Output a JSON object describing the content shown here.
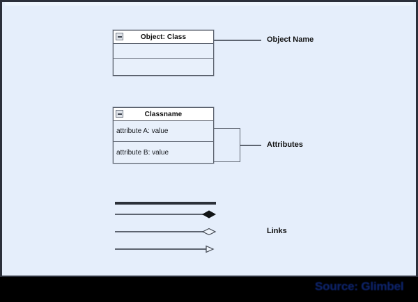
{
  "canvas": {
    "background_color": "#e5eefb",
    "frame_color": "#2b2f3a",
    "bottom_bar_color": "#000000"
  },
  "watermark": {
    "text": "Source: Glimbel",
    "color": "#0d2266"
  },
  "object_box": {
    "title": "Object: Class",
    "collapse_icon": "collapse-minus-icon",
    "rows": [
      "",
      ""
    ]
  },
  "class_box": {
    "title": "Classname",
    "collapse_icon": "collapse-minus-icon",
    "attributes": [
      "attribute A: value",
      "attribute B: value"
    ]
  },
  "callouts": {
    "object_name": "Object Name",
    "attributes": "Attributes",
    "links": "Links"
  },
  "links": [
    {
      "name": "association-thick",
      "end": "none",
      "label": ""
    },
    {
      "name": "composition",
      "end": "filled-diamond",
      "label": ""
    },
    {
      "name": "aggregation",
      "end": "hollow-diamond",
      "label": ""
    },
    {
      "name": "generalization",
      "end": "hollow-triangle",
      "label": ""
    }
  ]
}
